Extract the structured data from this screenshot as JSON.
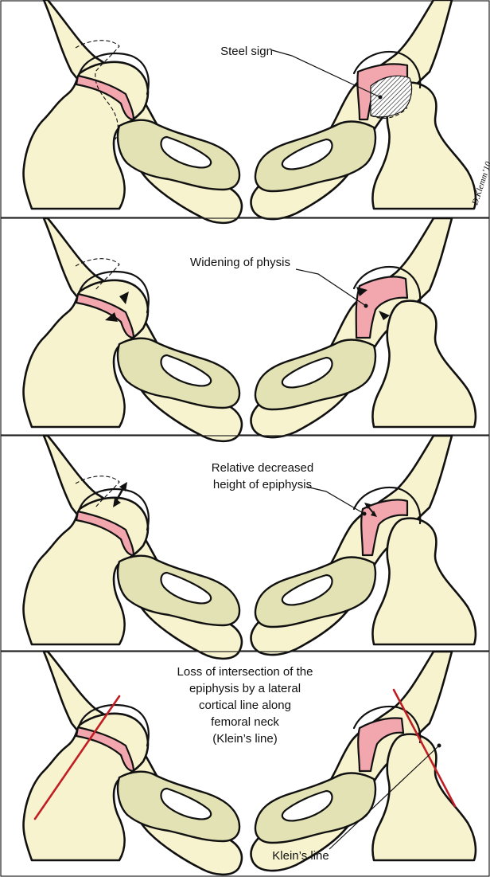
{
  "panels": [
    {
      "id": "steel-sign",
      "label_lines": [
        "Steel sign"
      ]
    },
    {
      "id": "widening-physis",
      "label_lines": [
        "Widening of physis"
      ]
    },
    {
      "id": "decreased-height",
      "label_lines": [
        "Relative decreased",
        "height of epiphysis"
      ]
    },
    {
      "id": "klein-line",
      "label_lines": [
        "Loss of intersection of the",
        "epiphysis by a lateral",
        "cortical line along",
        "femoral neck",
        "(Klein’s line)"
      ],
      "secondary_label": "Klein’s line"
    }
  ],
  "signature": "D.Klemm’10",
  "colors": {
    "bone": "#f7f3cf",
    "ischium": "#e3e2b4",
    "physis": "#f2a6ad",
    "klein_line": "#c01e24",
    "outline": "#111111"
  }
}
